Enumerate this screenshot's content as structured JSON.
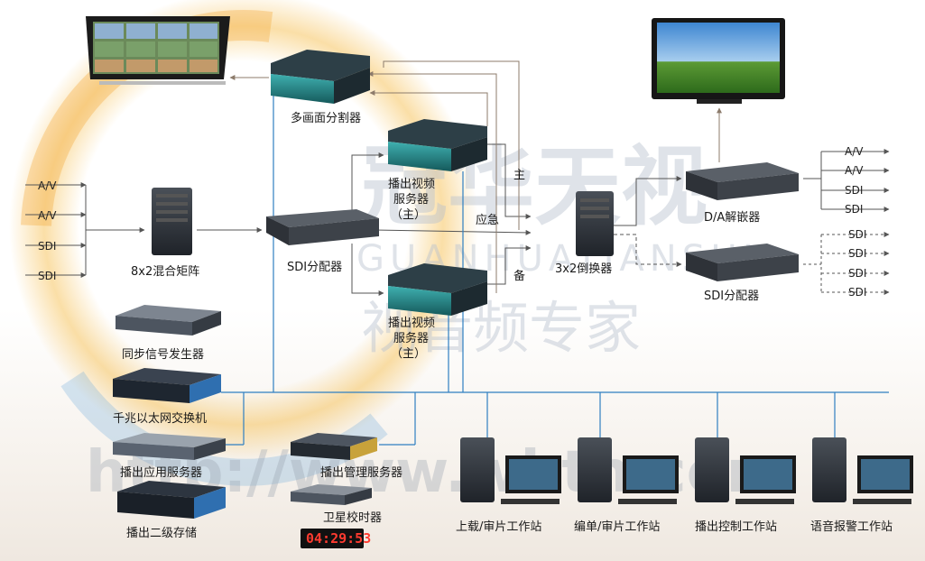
{
  "watermark": {
    "brand": "冠华天视",
    "pinyin": "GUANHUATIANSHI",
    "subtitle": "视音频专家",
    "url": "http://www.whth.com"
  },
  "inputs": [
    "A/V",
    "A/V",
    "SDI",
    "SDI"
  ],
  "nodes": {
    "matrix": "8x2混合矩阵",
    "sdi_dist_left": "SDI分配器",
    "multiview": "多画面分割器",
    "server_main_line1": "播出视频",
    "server_main_line2": "服务器",
    "server_main_line3": "（主）",
    "server_backup_line1": "播出视频",
    "server_backup_line2": "服务器",
    "server_backup_line3": "（主）",
    "switcher": "3x2倒换器",
    "da": "D/A解嵌器",
    "sdi_dist_right": "SDI分配器",
    "sync": "同步信号发生器",
    "gigabit_switch": "千兆以太网交换机",
    "app_server": "播出应用服务器",
    "mgmt_server": "播出管理服务器",
    "storage": "播出二级存储",
    "sat_clock": "卫星校时器",
    "clock_display": "04:29:53"
  },
  "edge_labels": {
    "primary": "主",
    "emergency": "应急",
    "backup": "备"
  },
  "da_outputs": [
    "A/V",
    "A/V",
    "SDI",
    "SDI"
  ],
  "dist_outputs": [
    "SDI",
    "SDI",
    "SDI",
    "SDI"
  ],
  "workstations": [
    "上载/审片工作站",
    "编单/审片工作站",
    "播出控制工作站",
    "语音报警工作站"
  ],
  "colors": {
    "signal_line": "#555555",
    "monitor_line": "#8c7b6b",
    "network_line": "#2f7fc1",
    "server_teal": "#2a8c8c",
    "rack_dark": "#2b2f36"
  }
}
